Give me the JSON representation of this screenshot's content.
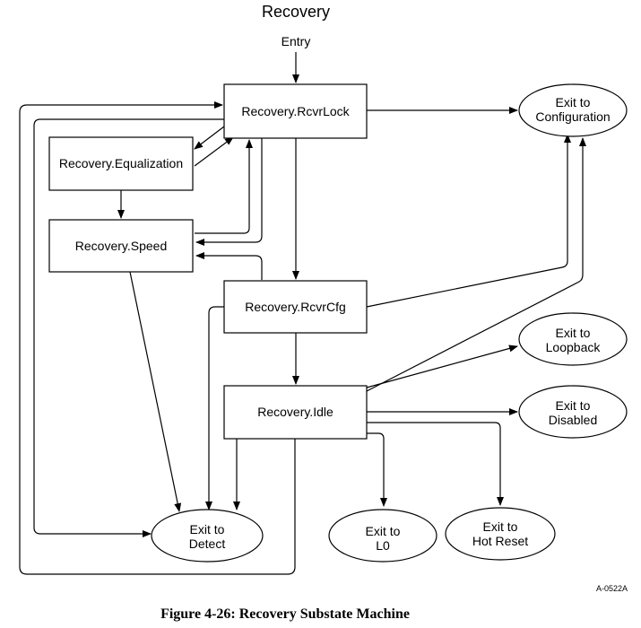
{
  "title": "Recovery",
  "entry_label": "Entry",
  "states": {
    "rcvrlock": "Recovery.RcvrLock",
    "equalization": "Recovery.Equalization",
    "speed": "Recovery.Speed",
    "rcvrcfg": "Recovery.RcvrCfg",
    "idle": "Recovery.Idle"
  },
  "exits": {
    "configuration": [
      "Exit to",
      "Configuration"
    ],
    "loopback": [
      "Exit to",
      "Loopback"
    ],
    "disabled": [
      "Exit to",
      "Disabled"
    ],
    "detect": [
      "Exit to",
      "Detect"
    ],
    "l0": [
      "Exit to",
      "L0"
    ],
    "hot_reset": [
      "Exit to",
      "Hot Reset"
    ]
  },
  "figure_ref": "A-0522A",
  "caption": "Figure 4-26:  Recovery Substate Machine"
}
